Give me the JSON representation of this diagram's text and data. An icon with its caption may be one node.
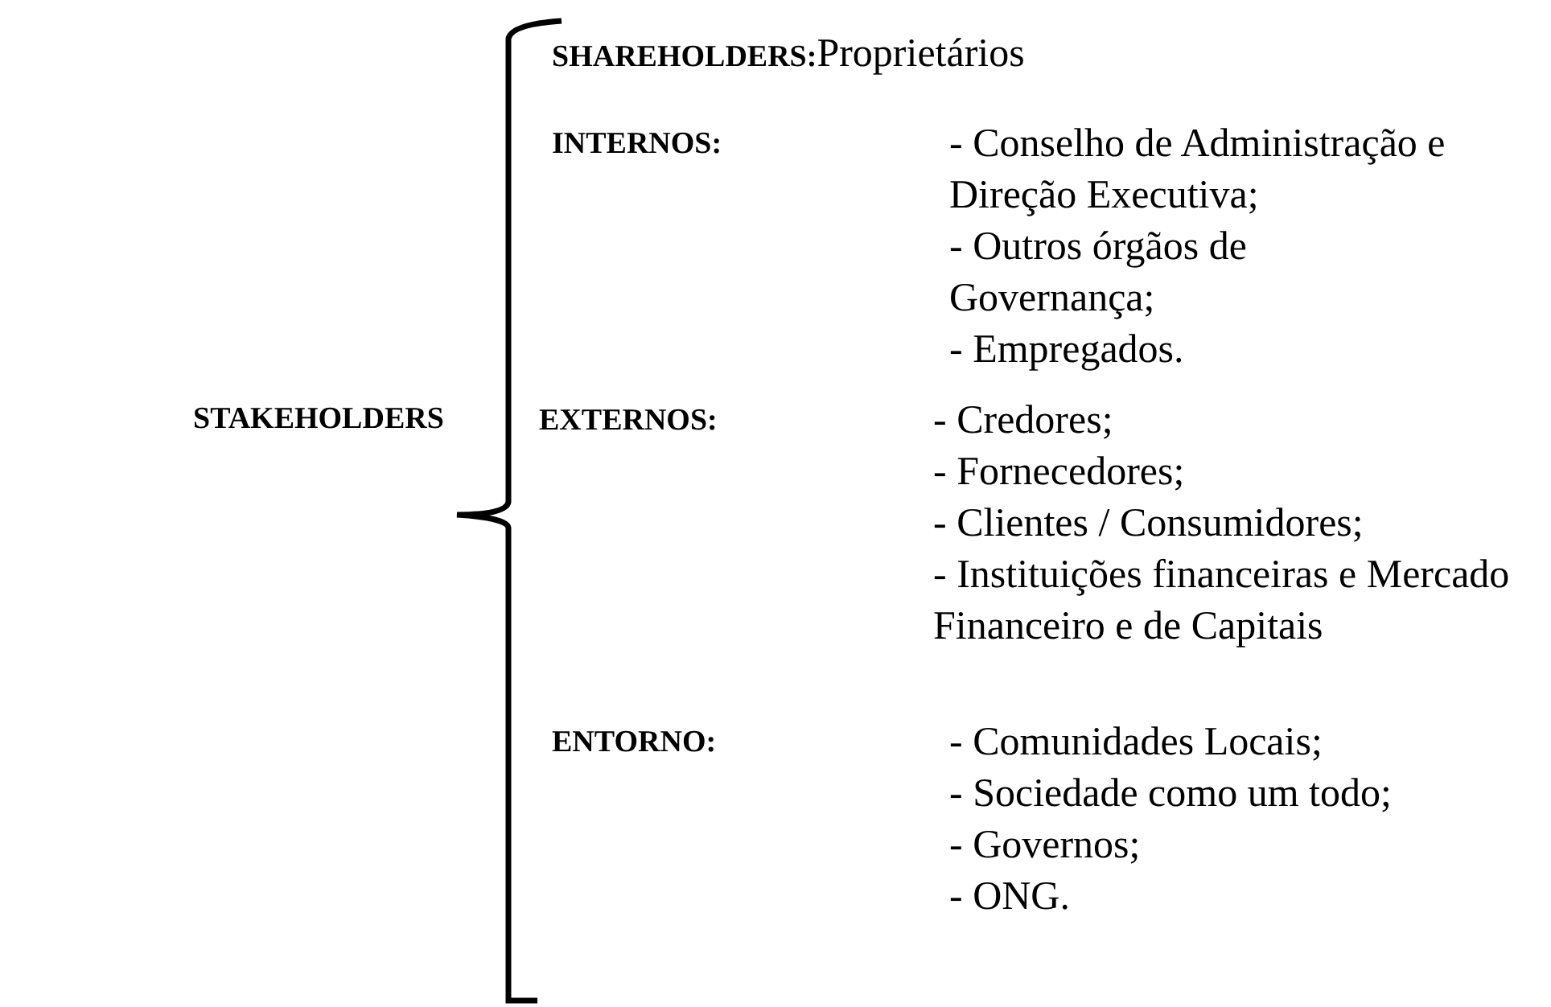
{
  "diagram": {
    "labels": [
      "STAKEHOLDERS",
      "**SHAREHOLDERS:**Proprietários",
      "INTERNOS:",
      "- Conselho de Administração e Direção Executiva;",
      "- Outros órgãos de Governança;",
      "- Empregados.",
      "EXTERNOS:",
      "- Credores;",
      "- Fornecedores;",
      "- Clientes / Consumidores;",
      "- Instituições financeiras e Mercado Financeiro e de Capitais",
      "ENTORNO:",
      "- Comunidades Locais;",
      "- Sociedade como um todo;",
      "- Governos;",
      "- ONG."
    ]
  }
}
